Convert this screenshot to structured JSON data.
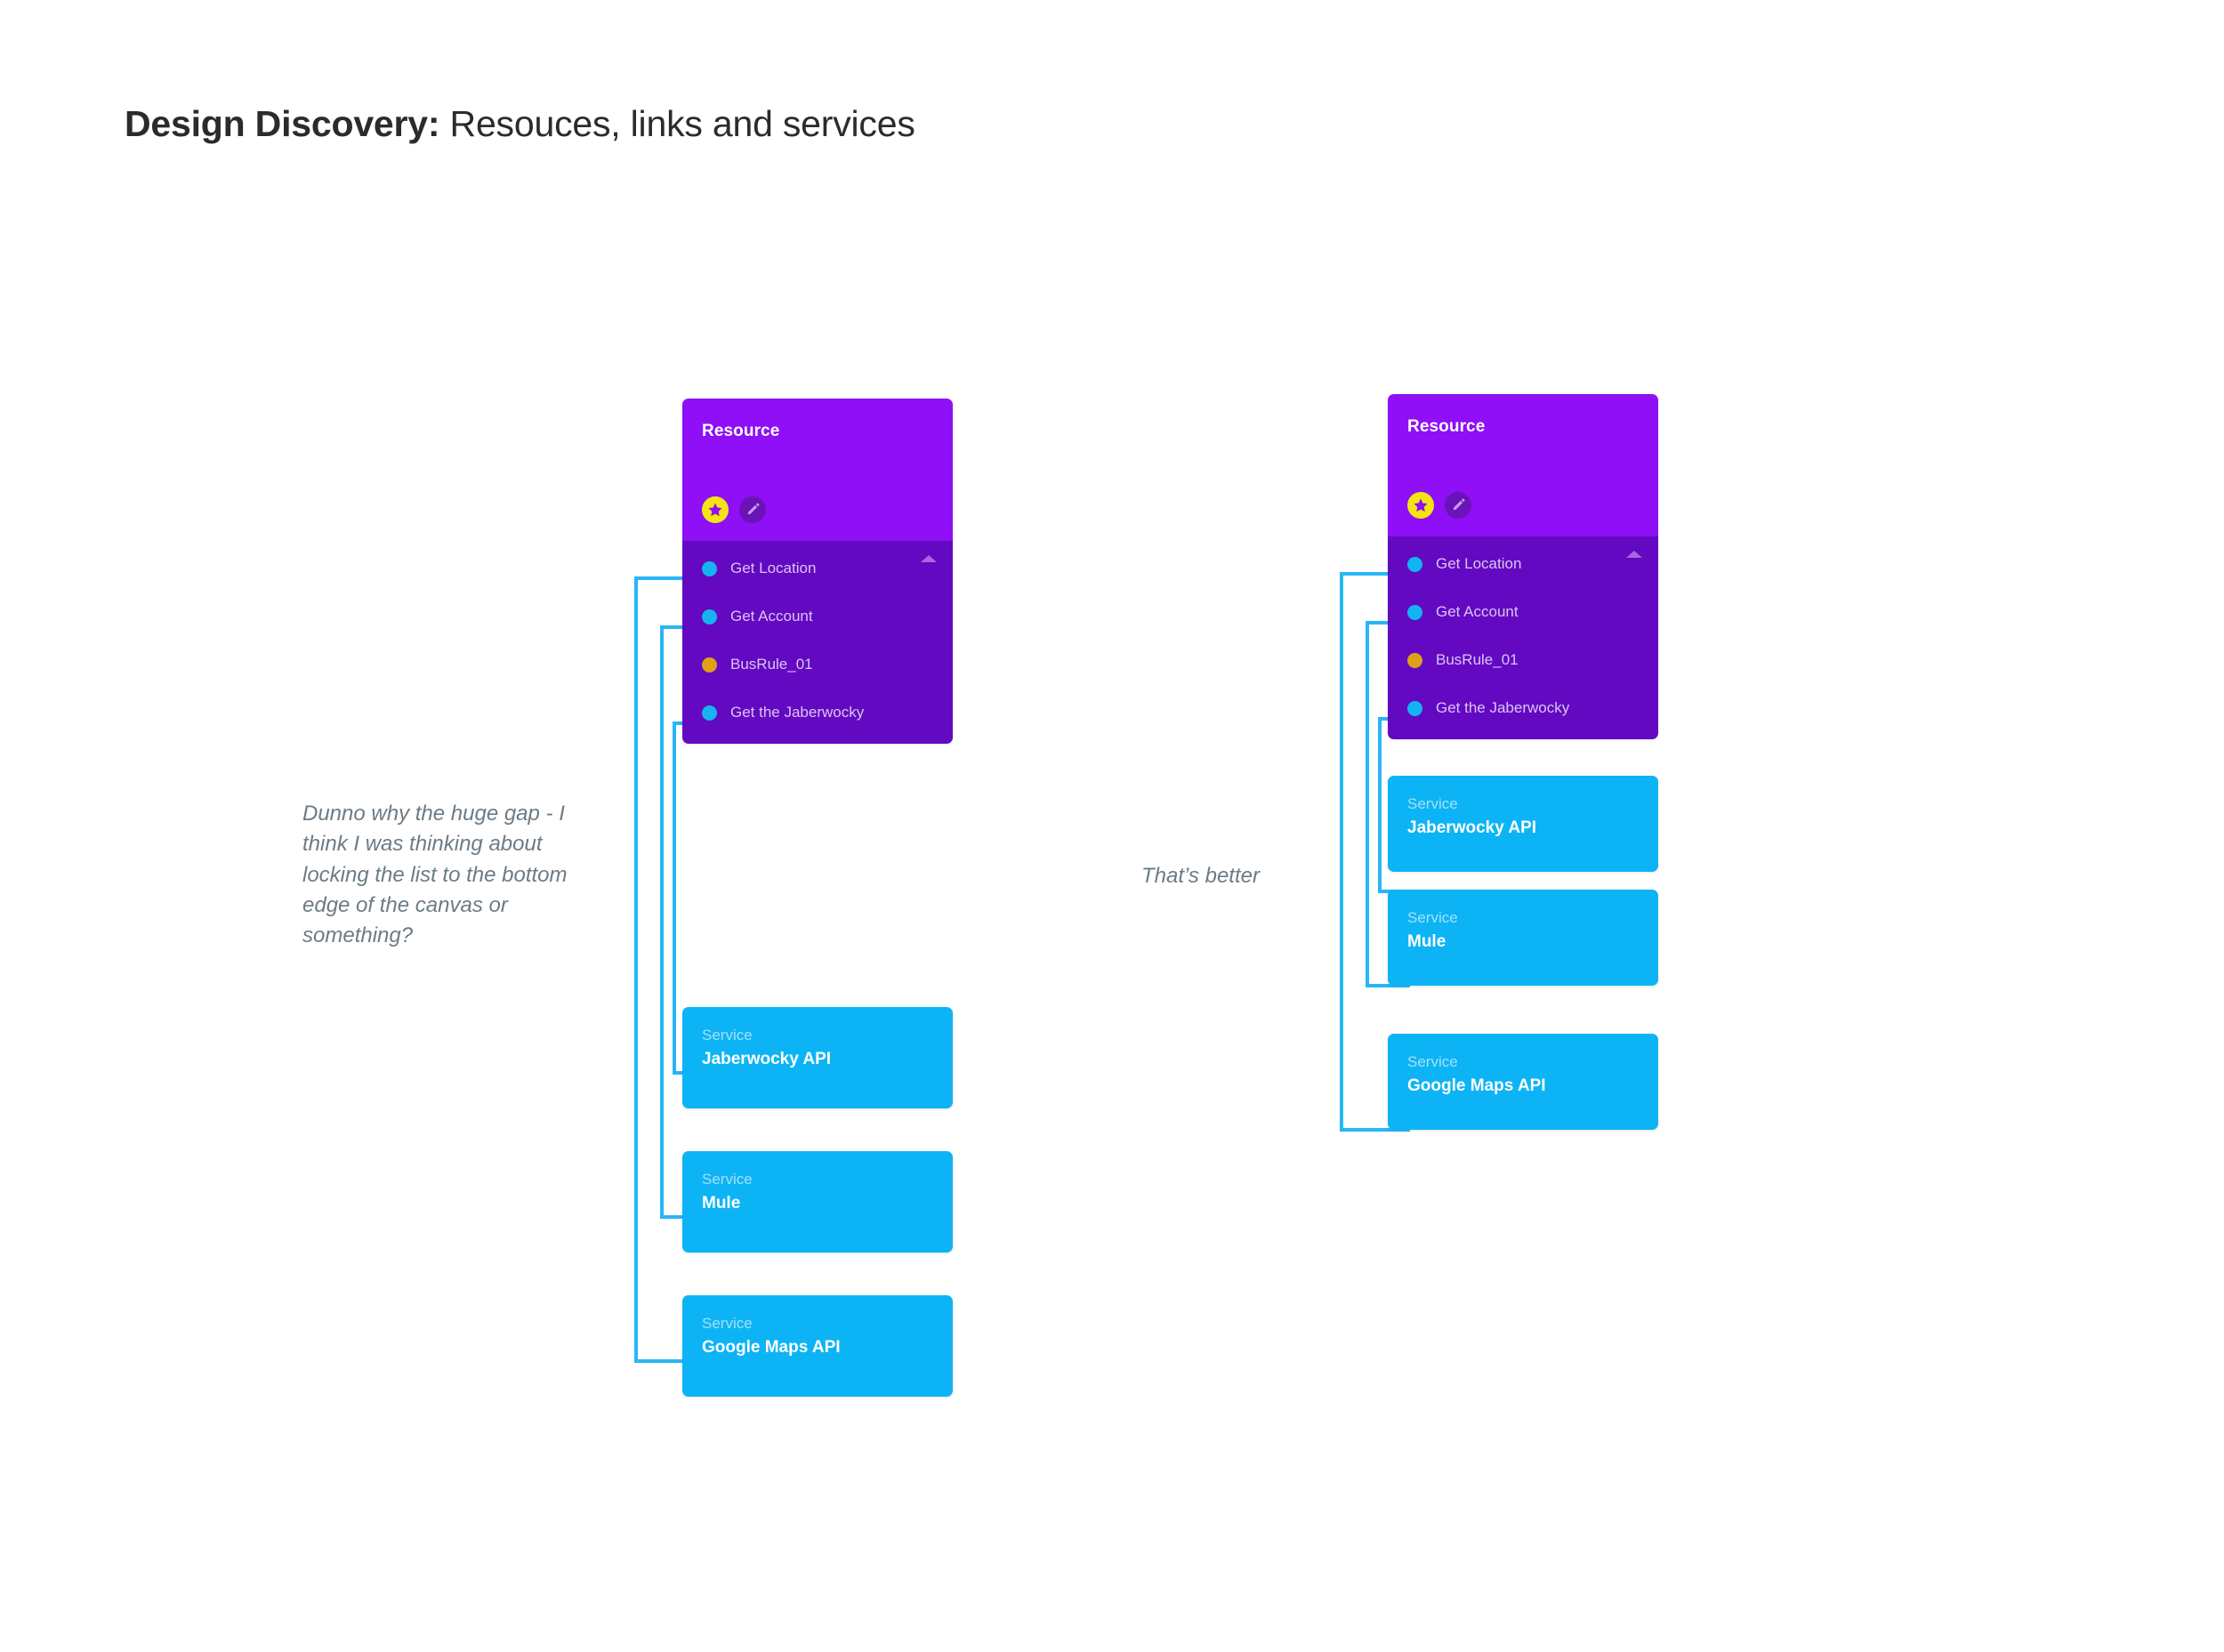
{
  "title": {
    "strong": "Design Discovery:",
    "rest": " Resouces, links and services"
  },
  "icons": {
    "star": "star-icon",
    "pencil": "pencil-icon",
    "collapse": "chevron-up-icon"
  },
  "groups": [
    {
      "id": "left",
      "resource": {
        "header_label": "Resource",
        "rows": [
          {
            "label": "Get Location",
            "dot": "blue"
          },
          {
            "label": "Get Account",
            "dot": "blue"
          },
          {
            "label": "BusRule_01",
            "dot": "orange"
          },
          {
            "label": "Get the Jaberwocky",
            "dot": "blue"
          }
        ]
      },
      "services": [
        {
          "kind": "Service",
          "name": "Jaberwocky API"
        },
        {
          "kind": "Service",
          "name": "Mule"
        },
        {
          "kind": "Service",
          "name": "Google Maps API"
        }
      ]
    },
    {
      "id": "right",
      "resource": {
        "header_label": "Resource",
        "rows": [
          {
            "label": "Get Location",
            "dot": "blue"
          },
          {
            "label": "Get Account",
            "dot": "blue"
          },
          {
            "label": "BusRule_01",
            "dot": "orange"
          },
          {
            "label": "Get the Jaberwocky",
            "dot": "blue"
          }
        ]
      },
      "services": [
        {
          "kind": "Service",
          "name": "Jaberwocky API"
        },
        {
          "kind": "Service",
          "name": "Mule"
        },
        {
          "kind": "Service",
          "name": "Google Maps API"
        }
      ]
    }
  ],
  "annotations": {
    "left": "Dunno why the huge gap -  I think I was thinking about locking the list to the bottom edge of the canvas or something?",
    "right": "That’s better"
  },
  "colors": {
    "header_purple": "#8F0FF7",
    "list_purple": "#6309C2",
    "service_blue": "#0DB4F5",
    "wire_blue": "#29B6F6",
    "dot_blue": "#14B4F0",
    "dot_orange": "#DDA017",
    "star_yellow": "#F4E40F",
    "annotation_gray": "#6C7B85",
    "title_ink": "#2b2b2b"
  }
}
